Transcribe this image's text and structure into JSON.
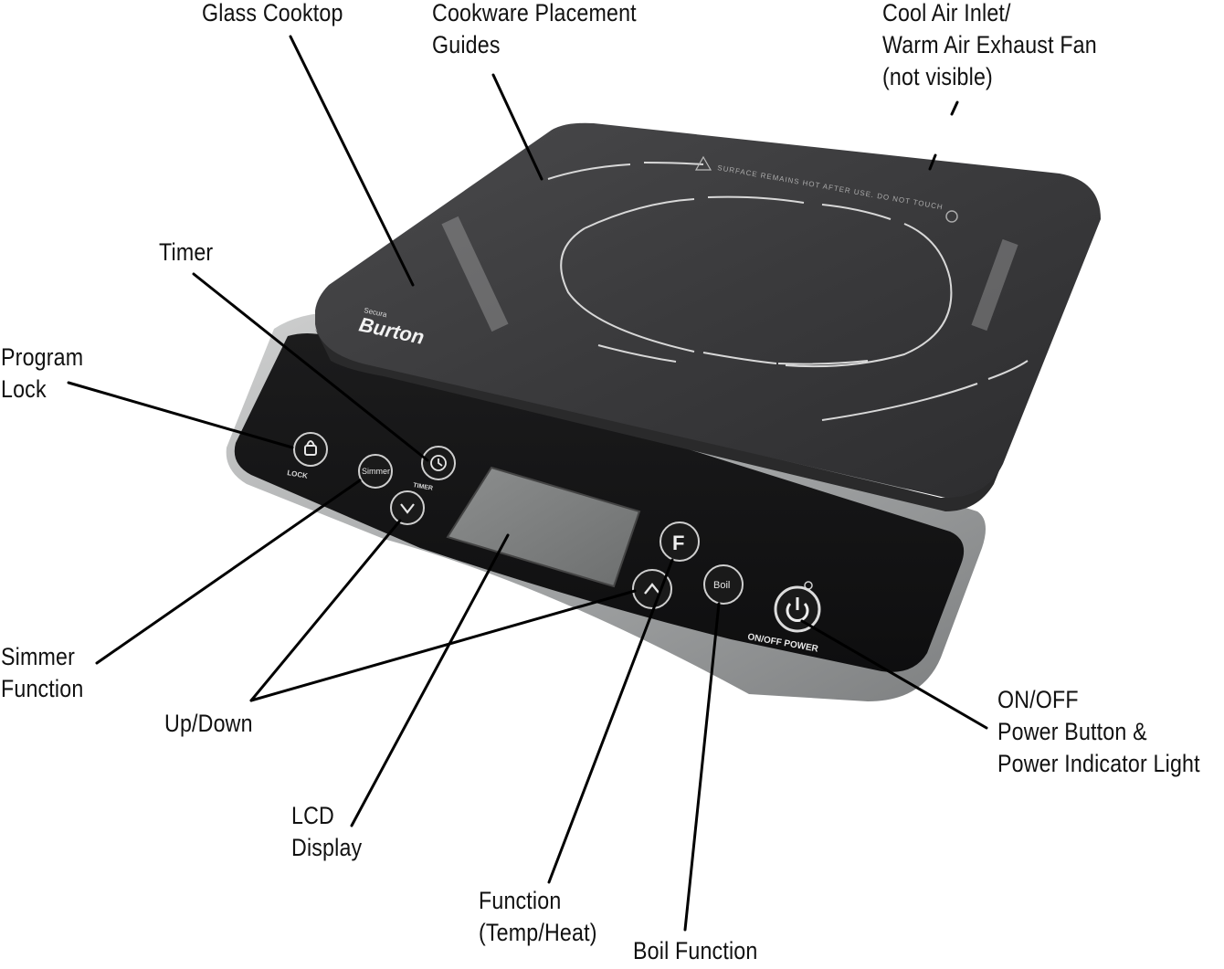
{
  "brand": {
    "small": "Secura",
    "name": "Burton"
  },
  "cooktop_warning": "SURFACE REMAINS HOT AFTER USE. DO NOT TOUCH",
  "buttons": {
    "lock": "LOCK",
    "simmer": "Simmer",
    "timer": "TIMER",
    "function": "F",
    "boil": "Boil",
    "power": "ON/OFF POWER"
  },
  "labels": {
    "glass_cooktop": [
      "Glass Cooktop"
    ],
    "placement_guides": [
      "Cookware Placement",
      "Guides"
    ],
    "air_inlet": [
      "Cool Air Inlet/",
      "Warm Air Exhaust Fan",
      "(not visible)"
    ],
    "timer": [
      "Timer"
    ],
    "program_lock": [
      "Program",
      "Lock"
    ],
    "simmer_function": [
      "Simmer",
      "Function"
    ],
    "up_down": [
      "Up/Down"
    ],
    "lcd_display": [
      "LCD",
      "Display"
    ],
    "function_temp_heat": [
      "Function",
      "(Temp/Heat)"
    ],
    "boil_function": [
      "Boil Function"
    ],
    "on_off_power": [
      "ON/OFF",
      "Power Button &",
      "Power Indicator Light"
    ]
  }
}
